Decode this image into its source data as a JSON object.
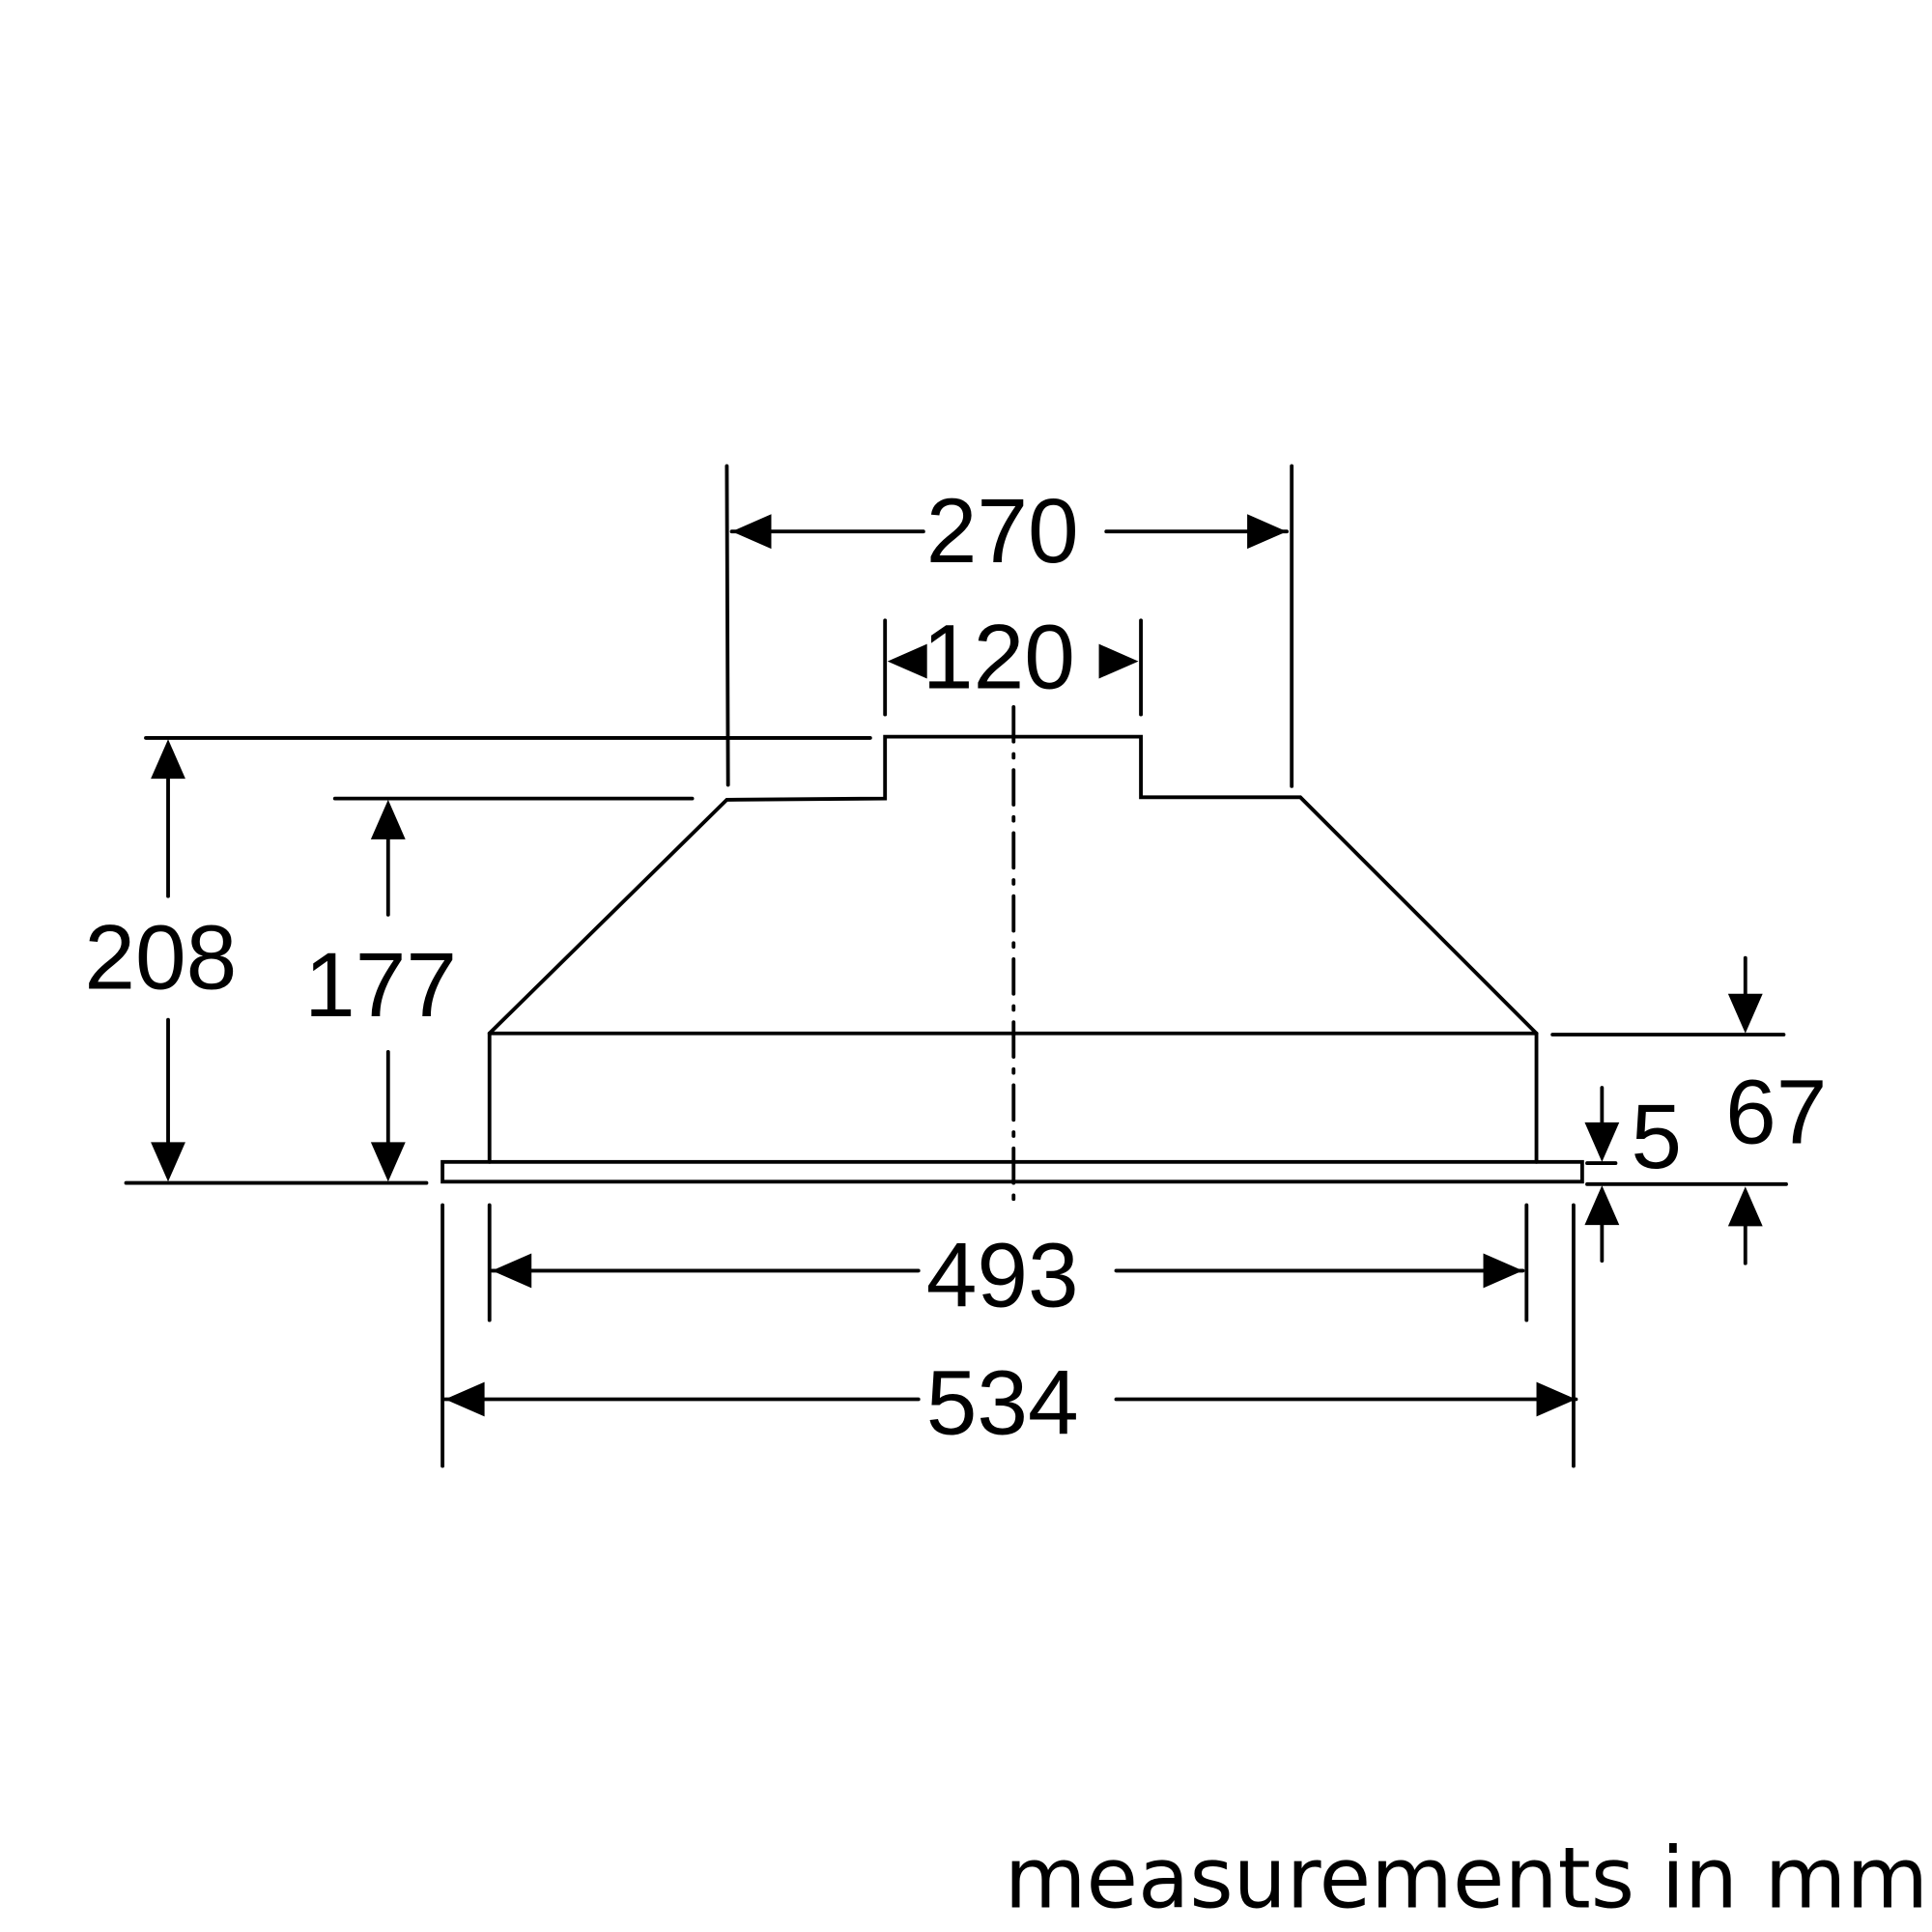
{
  "dimensions": {
    "chimney_spacing": "270",
    "outlet_width": "120",
    "total_height": "208",
    "body_height": "177",
    "body_width": "493",
    "plate_width": "534",
    "lower_section_height": "67",
    "plate_thickness": "5"
  },
  "note": "measurements in mm",
  "colors": {
    "line": "#000000",
    "background": "#ffffff"
  }
}
